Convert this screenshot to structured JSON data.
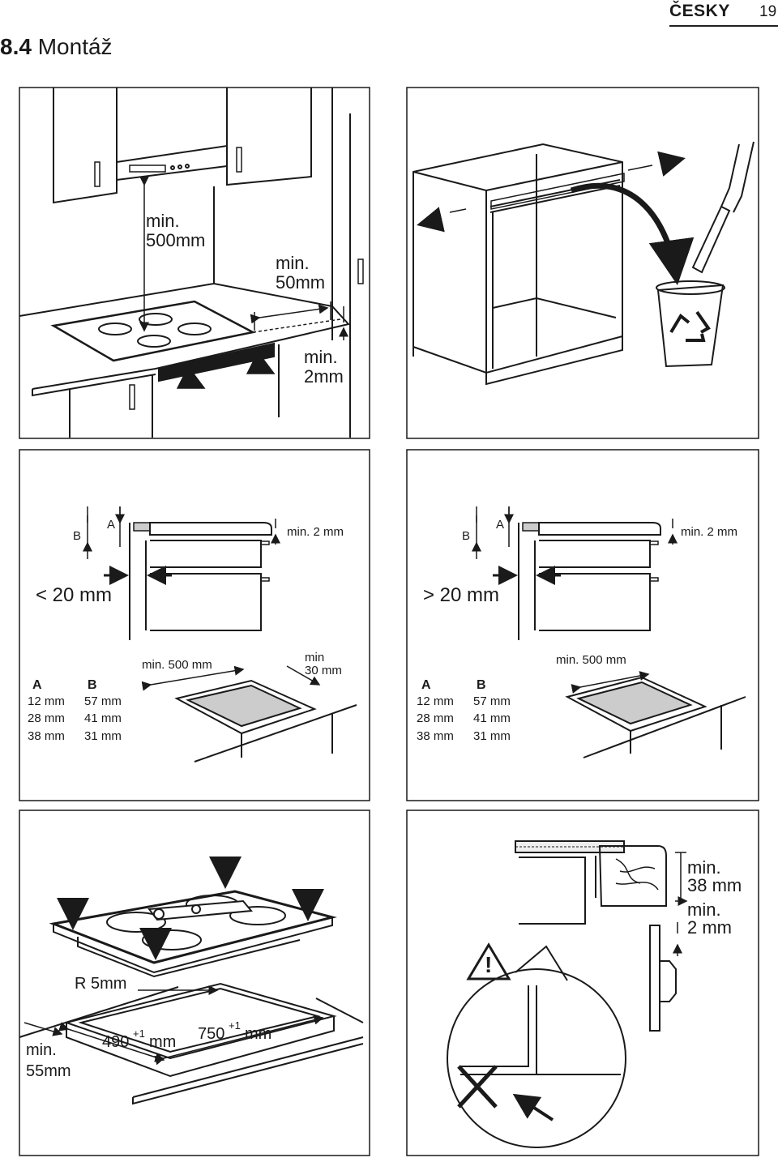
{
  "header": {
    "language": "ČESKY",
    "page_number": "19"
  },
  "section": {
    "number": "8.4",
    "title": "Montáž"
  },
  "panel1": {
    "l1": "min.",
    "l1b": "500mm",
    "l2": "min.",
    "l2b": "50mm",
    "l3": "min.",
    "l3b": "2mm"
  },
  "panel3": {
    "b": "B",
    "a": "A",
    "gap": "min. 2 mm",
    "side": "< 20 mm",
    "th_a": "A",
    "th_b": "B",
    "rows": [
      [
        "12 mm",
        "57 mm"
      ],
      [
        "28 mm",
        "41 mm"
      ],
      [
        "38 mm",
        "31 mm"
      ]
    ],
    "depth": "min. 500 mm",
    "min": "min",
    "min30": "30 mm"
  },
  "panel4": {
    "b": "B",
    "a": "A",
    "gap": "min. 2 mm",
    "side": "> 20 mm",
    "th_a": "A",
    "th_b": "B",
    "rows": [
      [
        "12 mm",
        "57 mm"
      ],
      [
        "28 mm",
        "41 mm"
      ],
      [
        "38 mm",
        "31 mm"
      ]
    ],
    "depth": "min. 500 mm"
  },
  "panel5": {
    "radius": "R 5mm",
    "w1": "490",
    "sup1": "+1",
    "unit1": "mm",
    "w2": "750",
    "sup2": "+1",
    "unit2": "mm",
    "edge1": "min.",
    "edge2": "55mm"
  },
  "panel6": {
    "l1": "min.",
    "l1b": "38 mm",
    "l2": "min.",
    "l2b": "2 mm",
    "warn": "!"
  }
}
